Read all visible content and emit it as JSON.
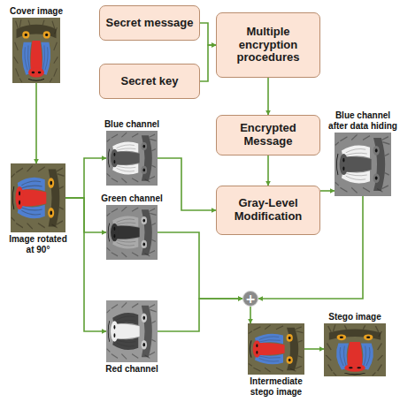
{
  "diagram": {
    "nodes": [
      {
        "text": [
          "Cover image"
        ]
      },
      {
        "text": [
          "Secret message"
        ]
      },
      {
        "text": [
          "Secret key"
        ]
      },
      {
        "text": [
          "Multiple encryption procedures"
        ]
      },
      {
        "text": [
          "Image rotated at 90°"
        ]
      },
      {
        "text": [
          "Blue channel"
        ]
      },
      {
        "text": [
          "Encrypted Message"
        ]
      },
      {
        "text": [
          "Blue channel after data hiding"
        ]
      },
      {
        "text": [
          "Green channel"
        ]
      },
      {
        "text": [
          "Gray-Level Modification"
        ]
      },
      {
        "text": [
          "Red channel"
        ]
      },
      {
        "text": [
          "+"
        ]
      },
      {
        "text": [
          "Intermediate stego image"
        ]
      },
      {
        "text": [
          "Stego image"
        ]
      }
    ],
    "edges": [
      {
        "from": 0,
        "to": 4,
        "arrow": "to"
      },
      {
        "from": 1,
        "to": 3,
        "arrow": "to"
      },
      {
        "from": 2,
        "to": 3,
        "arrow": "to"
      },
      {
        "from": 3,
        "to": 6,
        "arrow": "to"
      },
      {
        "from": 6,
        "to": 9,
        "arrow": "to"
      },
      {
        "from": 5,
        "to": 9,
        "arrow": "to"
      },
      {
        "from": 9,
        "to": 7,
        "arrow": "to"
      },
      {
        "from": 4,
        "to": 5,
        "arrow": "to"
      },
      {
        "from": 4,
        "to": 8,
        "arrow": "to"
      },
      {
        "from": 4,
        "to": 10,
        "arrow": "to"
      },
      {
        "from": 7,
        "to": 11,
        "arrow": "to"
      },
      {
        "from": 8,
        "to": 11,
        "arrow": "to"
      },
      {
        "from": 10,
        "to": 11,
        "arrow": "to"
      },
      {
        "from": 11,
        "to": 12,
        "arrow": "to"
      },
      {
        "from": 12,
        "to": 13,
        "arrow": "to"
      }
    ]
  }
}
